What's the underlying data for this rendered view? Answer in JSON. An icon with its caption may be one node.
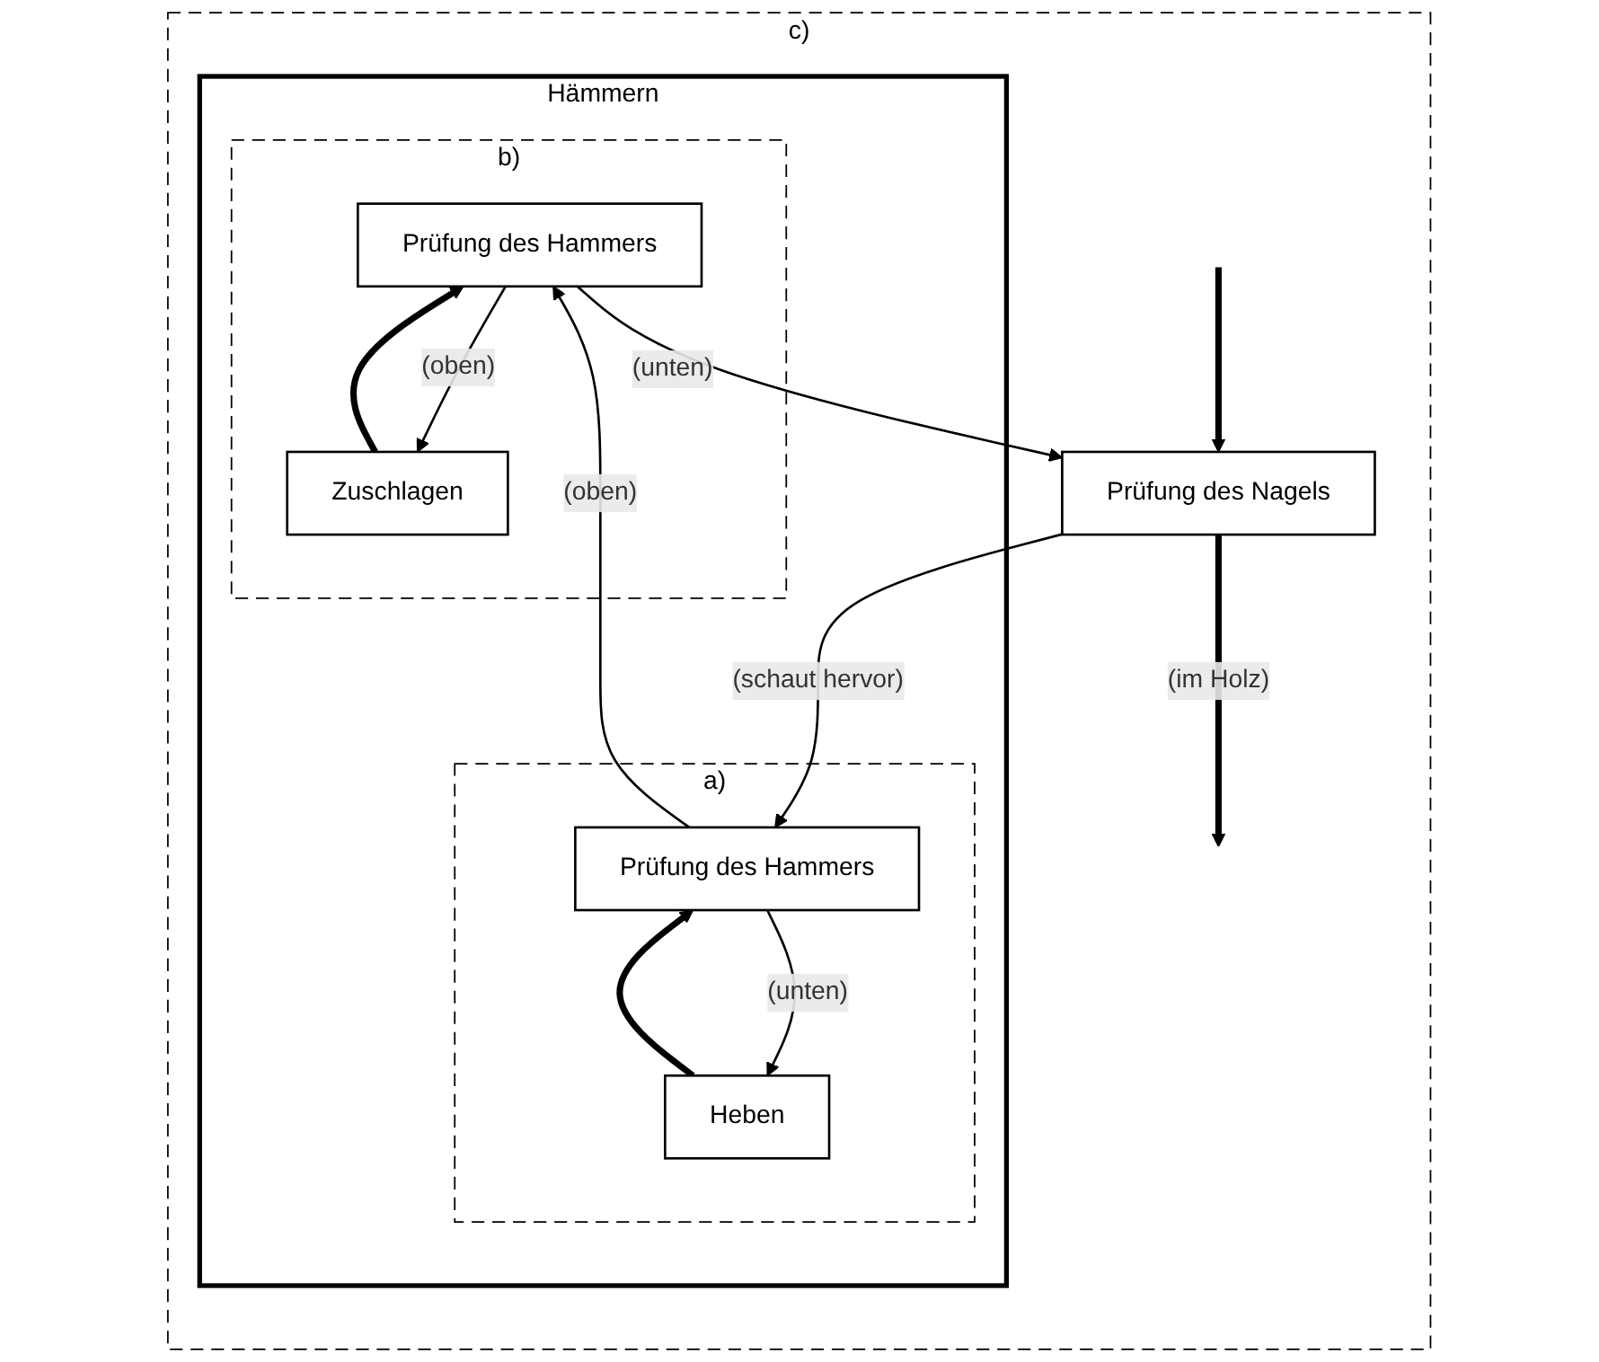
{
  "diagram": {
    "nodes": [
      {
        "text": [
          "c)"
        ]
      },
      {
        "text": [
          "Prüfung des Nagels"
        ],
        "in": 0
      },
      {
        "text": [
          "Hämmern"
        ],
        "in": 0
      },
      {
        "text": [
          "a)"
        ],
        "in": 2
      },
      {
        "text": [
          "Prüfung des Hammers"
        ],
        "in": 3
      },
      {
        "text": [
          "Heben"
        ],
        "in": 3
      },
      {
        "text": [
          "b)"
        ],
        "in": 2
      },
      {
        "text": [
          "Prüfung des Hammers"
        ],
        "in": 6
      },
      {
        "text": [
          "Zuschlagen"
        ],
        "in": 6
      }
    ],
    "edges": [
      {
        "from": null,
        "to": 1,
        "arrow": "to",
        "style": "thick"
      },
      {
        "from": 1,
        "to": null,
        "arrow": "to",
        "style": "thick",
        "label": "(im Holz)"
      },
      {
        "from": 1,
        "to": 4,
        "arrow": "to",
        "label": "(schaut hervor)"
      },
      {
        "from": 7,
        "to": 1,
        "arrow": "to",
        "label": "(unten)"
      },
      {
        "from": 4,
        "to": 7,
        "arrow": "to",
        "label": "(oben)"
      },
      {
        "from": 4,
        "to": 5,
        "arrow": "to",
        "label": "(unten)"
      },
      {
        "from": 5,
        "to": 4,
        "arrow": "to",
        "style": "thick"
      },
      {
        "from": 7,
        "to": 8,
        "arrow": "to",
        "label": "(oben)"
      },
      {
        "from": 8,
        "to": 7,
        "arrow": "to",
        "style": "thick"
      }
    ]
  }
}
